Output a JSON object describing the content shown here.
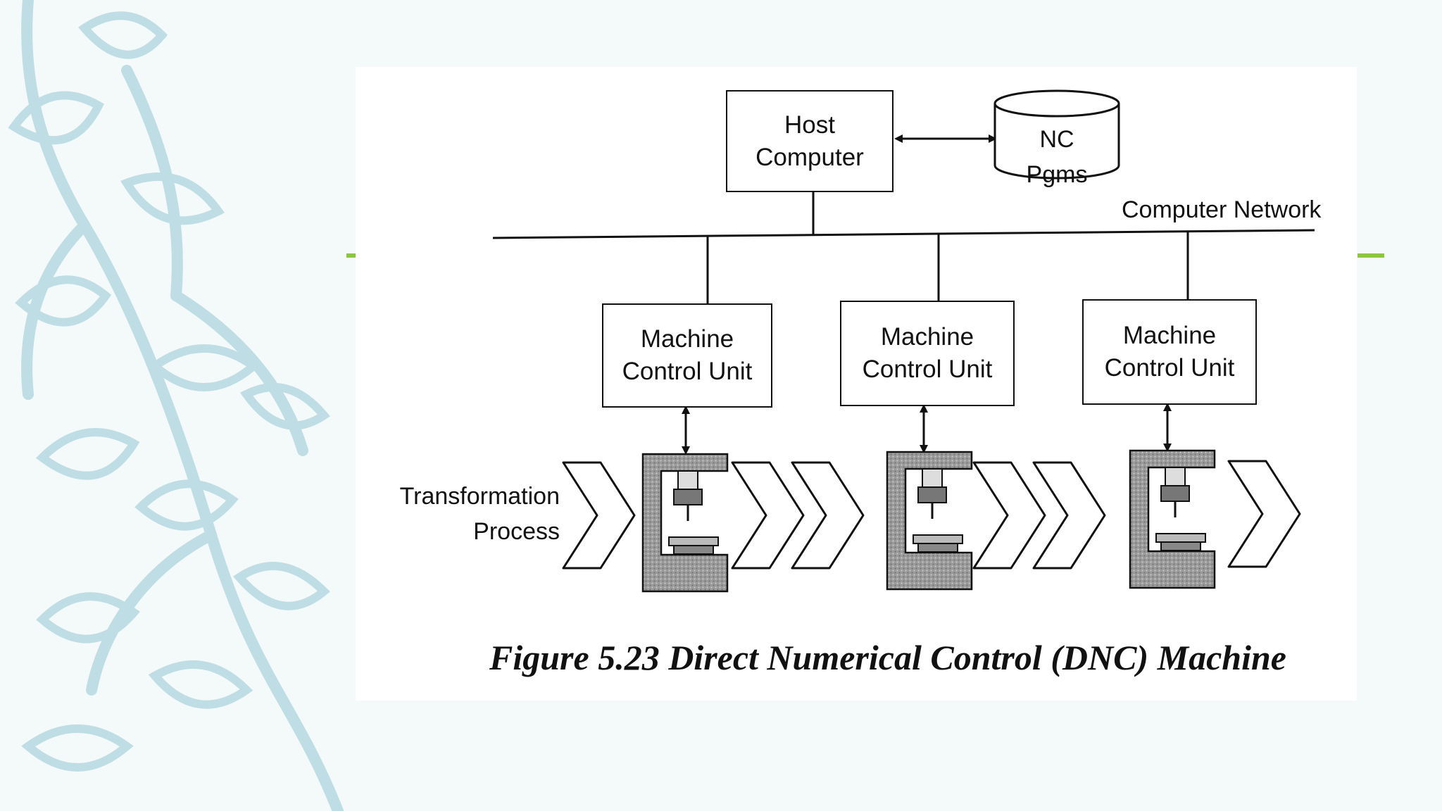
{
  "colors": {
    "accent": "#8dc63f",
    "leaf": "#bfdde4",
    "ink": "#111111"
  },
  "icons": {
    "decoration": "leaf-branch-icon",
    "machine": "machine-tool-icon",
    "flow": "chevron-arrow-icon"
  },
  "diagram": {
    "host": {
      "line1": "Host",
      "line2": "Computer"
    },
    "storage": {
      "label": "NC Pgms"
    },
    "network": {
      "label": "Computer Network"
    },
    "mcu": [
      {
        "line1": "Machine",
        "line2": "Control Unit"
      },
      {
        "line1": "Machine",
        "line2": "Control Unit"
      },
      {
        "line1": "Machine",
        "line2": "Control Unit"
      }
    ],
    "process": {
      "line1": "Transformation",
      "line2": "Process"
    },
    "caption": "Figure 5.23 Direct Numerical Control (DNC) Machine"
  }
}
